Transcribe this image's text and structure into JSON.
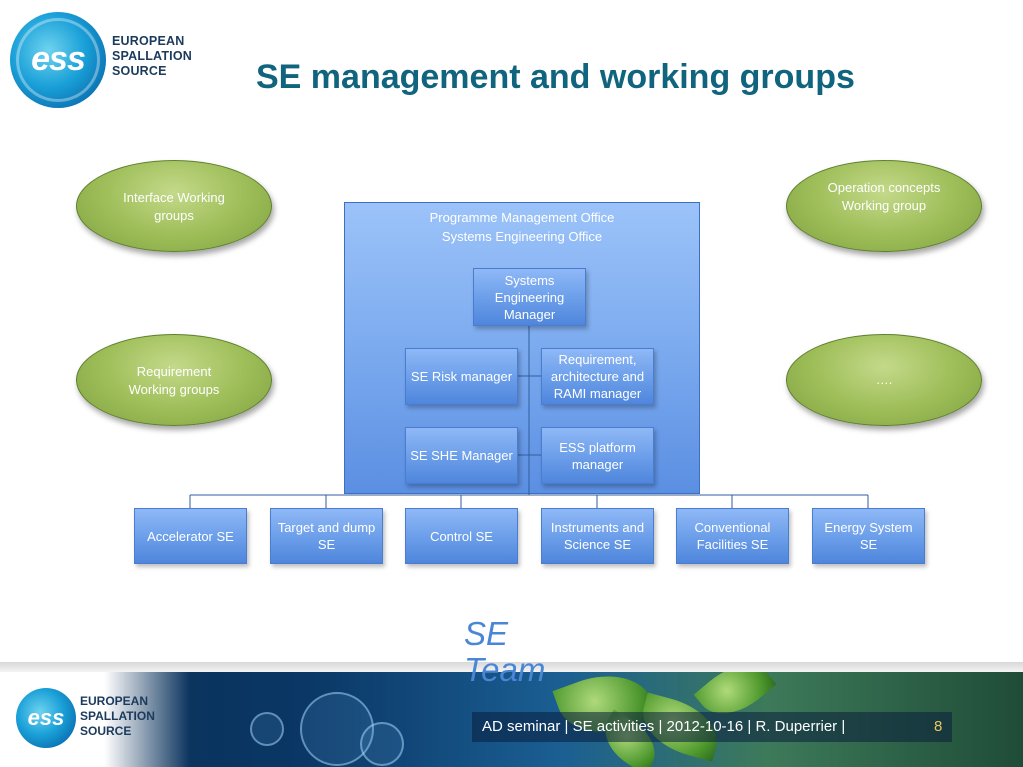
{
  "logo": {
    "mark": "ess",
    "lines": [
      "EUROPEAN",
      "SPALLATION",
      "SOURCE"
    ]
  },
  "title": "SE management and working groups",
  "ellipses": {
    "interface": "Interface Working groups",
    "operation": "Operation concepts Working group",
    "requirement": "Requirement Working groups",
    "more": "…."
  },
  "office": {
    "line1": "Programme Management Office",
    "line2": "Systems Engineering Office"
  },
  "roles": {
    "se_manager": "Systems Engineering Manager",
    "risk_manager": "SE Risk manager",
    "req_manager": "Requirement, architecture and RAMI manager",
    "she_manager": "SE SHE Manager",
    "platform_manager": "ESS platform manager"
  },
  "teams": [
    "Accelerator SE",
    "Target and dump SE",
    "Control SE",
    "Instruments and Science SE",
    "Conventional Facilities SE",
    "Energy System SE"
  ],
  "se_team_label": "SE Team",
  "footer": {
    "logo_mark": "ess",
    "logo_lines": [
      "EUROPEAN",
      "SPALLATION",
      "SOURCE"
    ],
    "text": "AD seminar | SE activities |  2012-10-16 | R. Duperrier |",
    "page": "8"
  },
  "colors": {
    "title": "#10647e",
    "ellipse_green": "#9fbf5a",
    "box_blue": "#6a9de9",
    "se_team": "#4a86d6"
  }
}
